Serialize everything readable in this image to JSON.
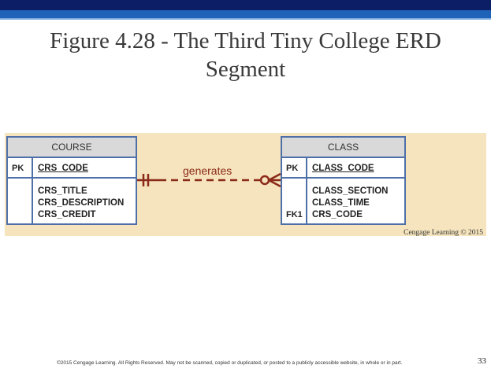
{
  "slide": {
    "title": "Figure 4.28 - The Third Tiny College ERD Segment",
    "credit": "Cengage Learning © 2015",
    "footer": "©2015 Cengage Learning. All Rights Reserved. May not be scanned, copied or duplicated, or posted to a publicly accessible website, in whole or in part.",
    "page_number": "33"
  },
  "diagram": {
    "course": {
      "name": "COURSE",
      "pk_label": "PK",
      "pk_attr": "CRS_CODE",
      "attributes": [
        "CRS_TITLE",
        "CRS_DESCRIPTION",
        "CRS_CREDIT"
      ]
    },
    "class": {
      "name": "CLASS",
      "pk_label": "PK",
      "pk_attr": "CLASS_CODE",
      "fk_label": "FK1",
      "attributes": [
        "CLASS_SECTION",
        "CLASS_TIME",
        "CRS_CODE"
      ]
    },
    "relationship": {
      "label": "generates",
      "color": "#8b2a1a"
    }
  },
  "colors": {
    "header_dark": "#0b1e66",
    "header_light": "#1f63b8",
    "figure_background": "#f5e4bd",
    "entity_border": "#4f6fa8"
  }
}
